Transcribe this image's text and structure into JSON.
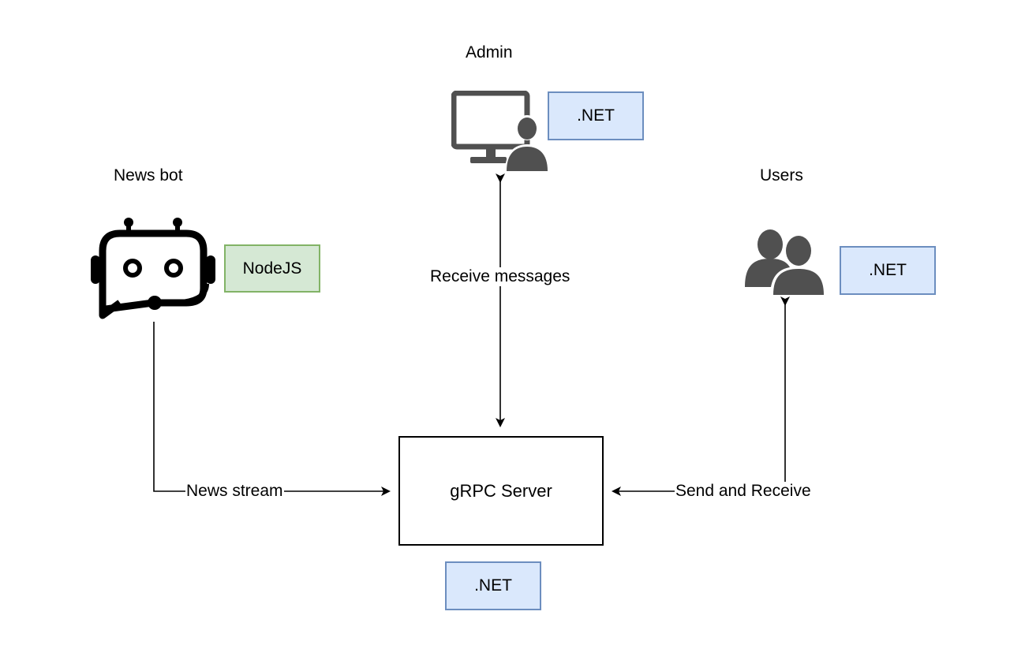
{
  "nodes": {
    "admin": {
      "title": "Admin",
      "tech": ".NET"
    },
    "news_bot": {
      "title": "News bot",
      "tech": "NodeJS"
    },
    "users": {
      "title": "Users",
      "tech": ".NET"
    },
    "server": {
      "title": "gRPC Server",
      "tech": ".NET"
    }
  },
  "edges": {
    "admin_server": "Receive messages",
    "bot_server": "News stream",
    "users_server": "Send and Receive"
  },
  "icons": {
    "admin": "computer-user-icon",
    "news_bot": "chatbot-icon",
    "users": "users-group-icon"
  },
  "colors": {
    "tech_blue_fill": "#dae8fc",
    "tech_blue_border": "#6c8ebf",
    "tech_green_fill": "#d5e8d4",
    "tech_green_border": "#82b366",
    "icon_gray": "#505050"
  }
}
